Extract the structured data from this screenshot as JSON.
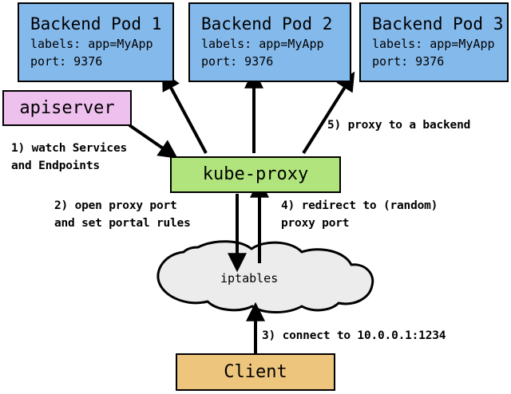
{
  "diagram": {
    "title": "kube-proxy service proxying flow",
    "colors": {
      "pod_fill": "#84b9ec",
      "apiserver_fill": "#eec0ee",
      "kubeproxy_fill": "#b1e47d",
      "client_fill": "#eec57d",
      "cloud_fill": "#ececec",
      "stroke": "#000000",
      "background": "#ffffff"
    },
    "nodes": {
      "pod1": {
        "title": "Backend Pod 1",
        "labels_line": "labels: app=MyApp",
        "port_line": "port: 9376"
      },
      "pod2": {
        "title": "Backend Pod 2",
        "labels_line": "labels: app=MyApp",
        "port_line": "port: 9376"
      },
      "pod3": {
        "title": "Backend Pod 3",
        "labels_line": "labels: app=MyApp",
        "port_line": "port: 9376"
      },
      "apiserver": {
        "label": "apiserver"
      },
      "kubeproxy": {
        "label": "kube-proxy"
      },
      "iptables": {
        "label": "iptables"
      },
      "client": {
        "label": "Client"
      }
    },
    "steps": {
      "step1_line1": "1) watch Services",
      "step1_line2": "and Endpoints",
      "step2_line1": "2) open proxy port",
      "step2_line2": "and set portal rules",
      "step3": "3) connect to 10.0.0.1:1234",
      "step4_line1": "4) redirect to (random)",
      "step4_line2": "proxy port",
      "step5": "5) proxy to a backend"
    }
  }
}
